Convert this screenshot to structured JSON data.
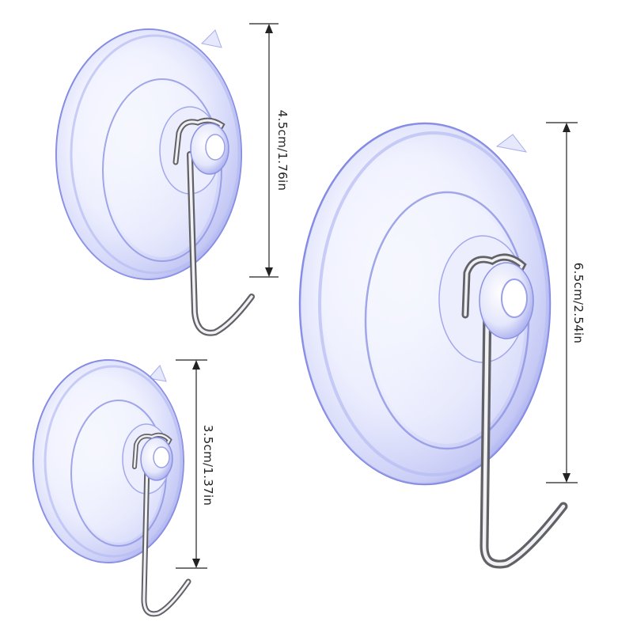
{
  "products": [
    {
      "id": "small-hook",
      "dimension_label": "3.5cm/1.37in"
    },
    {
      "id": "medium-hook",
      "dimension_label": "4.5cm/1.76in"
    },
    {
      "id": "large-hook",
      "dimension_label": "6.5cm/2.54in"
    }
  ],
  "colors": {
    "background": "#ffffff",
    "cup_tint": "#5a63d8",
    "cup_rim": "#8d93e6",
    "metal_light": "#f2f2f4",
    "metal_dark": "#6e6e74",
    "dimension_line": "#222222"
  }
}
